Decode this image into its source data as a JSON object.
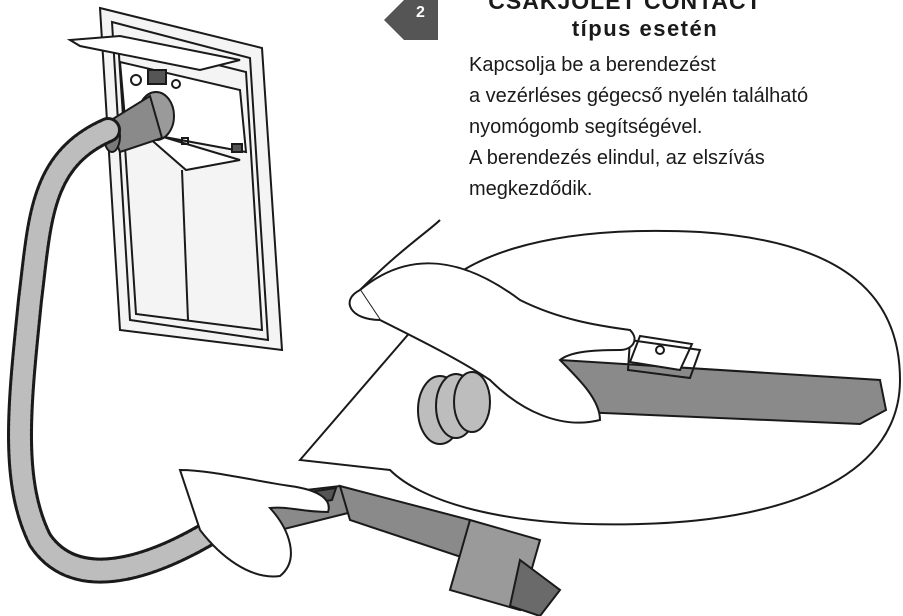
{
  "step": {
    "number": "2",
    "color": "#555555"
  },
  "heading": {
    "line1": "CSAKJÓLET CONTACT",
    "line2": "típus esetén"
  },
  "instructions": [
    "Kapcsolja be a berendezést",
    "a vezérléses gégecső nyelén található",
    "nyomógomb segítségével.",
    "A berendezés elindul, az elszívás",
    "megkezdődik."
  ],
  "colors": {
    "ink": "#1a1a1a",
    "hose_fill": "#8a8a8a",
    "panel_fill": "#f2f2f2"
  }
}
